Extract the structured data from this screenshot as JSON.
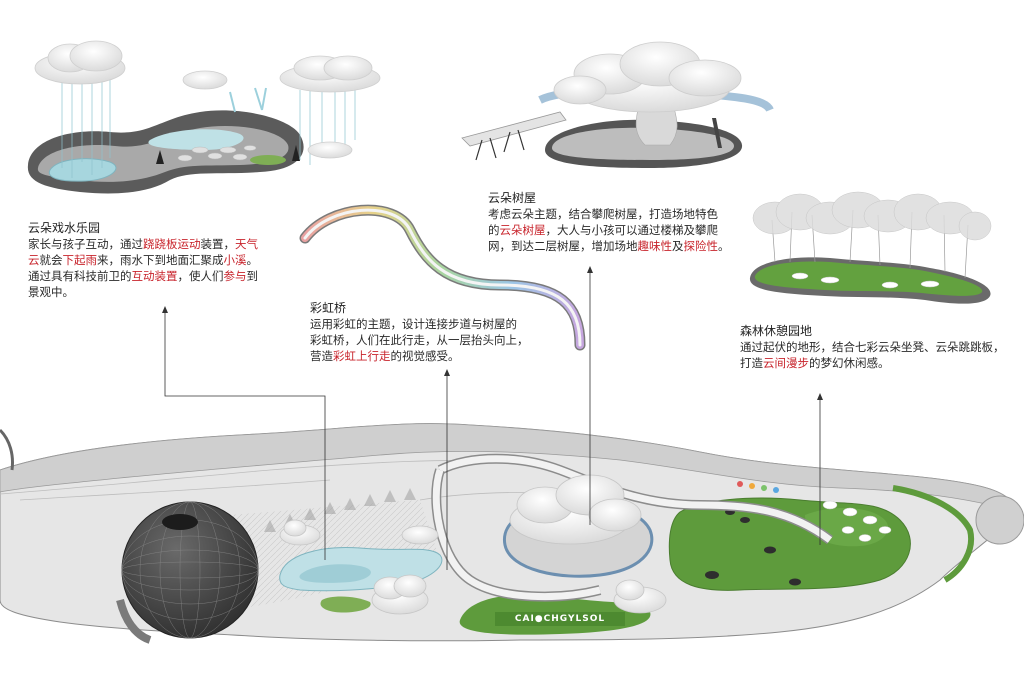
{
  "sections": [
    {
      "id": "cloud-water",
      "title": "云朵戏水乐园",
      "lines": [
        [
          {
            "t": "家长与孩子互动，通过"
          },
          {
            "t": "跷跷板运动",
            "h": true
          },
          {
            "t": "装置，"
          },
          {
            "t": "天气",
            "h": true
          }
        ],
        [
          {
            "t": "云",
            "h": true
          },
          {
            "t": "就会"
          },
          {
            "t": "下起雨",
            "h": true
          },
          {
            "t": "来，雨水下到地面汇聚成"
          },
          {
            "t": "小溪",
            "h": true
          },
          {
            "t": "。"
          }
        ],
        [
          {
            "t": "通过具有科技前卫的"
          },
          {
            "t": "互动装置",
            "h": true
          },
          {
            "t": "，使人们"
          },
          {
            "t": "参与",
            "h": true
          },
          {
            "t": "到"
          }
        ],
        [
          {
            "t": "景观中。"
          }
        ]
      ]
    },
    {
      "id": "rainbow-bridge",
      "title": "彩虹桥",
      "lines": [
        [
          {
            "t": "运用彩虹的主题，设计连接步道与树屋的"
          }
        ],
        [
          {
            "t": "彩虹桥，人们在此行走，从一层抬头向上，"
          }
        ],
        [
          {
            "t": "营造"
          },
          {
            "t": "彩虹上行走",
            "h": true
          },
          {
            "t": "的视觉感受。"
          }
        ]
      ]
    },
    {
      "id": "cloud-treehouse",
      "title": "云朵树屋",
      "lines": [
        [
          {
            "t": "考虑云朵主题，结合攀爬树屋，打造场地特色"
          }
        ],
        [
          {
            "t": "的"
          },
          {
            "t": "云朵树屋",
            "h": true
          },
          {
            "t": "，大人与小孩可以通过楼梯及攀爬"
          }
        ],
        [
          {
            "t": "网，到达二层树屋，增加场地"
          },
          {
            "t": "趣味性",
            "h": true
          },
          {
            "t": "及"
          },
          {
            "t": "探险性",
            "h": true
          },
          {
            "t": "。"
          }
        ]
      ]
    },
    {
      "id": "forest-rest",
      "title": "森林休憩园地",
      "lines": [
        [
          {
            "t": "通过起伏的地形，结合七彩云朵坐凳、云朵跳跳板，"
          }
        ],
        [
          {
            "t": "打造"
          },
          {
            "t": "云间漫步",
            "h": true
          },
          {
            "t": "的梦幻休闲感。"
          }
        ]
      ]
    }
  ],
  "sign_text": "CAI●CHGYLSOL",
  "colors": {
    "highlight": "#c8242c",
    "text": "#2a2a2a",
    "lawn": "#5e9b3c",
    "water": "#9fd3dd",
    "pavement": "#d9d9d9"
  }
}
